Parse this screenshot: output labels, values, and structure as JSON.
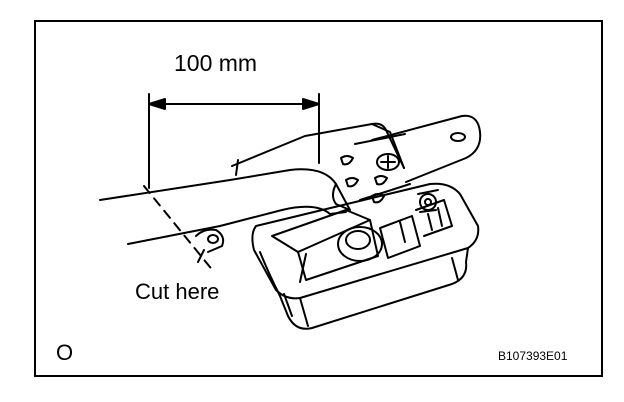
{
  "annotations": {
    "dimension": "100 mm",
    "instruction": "Cut here"
  },
  "footer": {
    "corner_mark": "O",
    "figure_code": "B107393E01"
  },
  "colors": {
    "line": "#000000",
    "background": "#ffffff"
  }
}
